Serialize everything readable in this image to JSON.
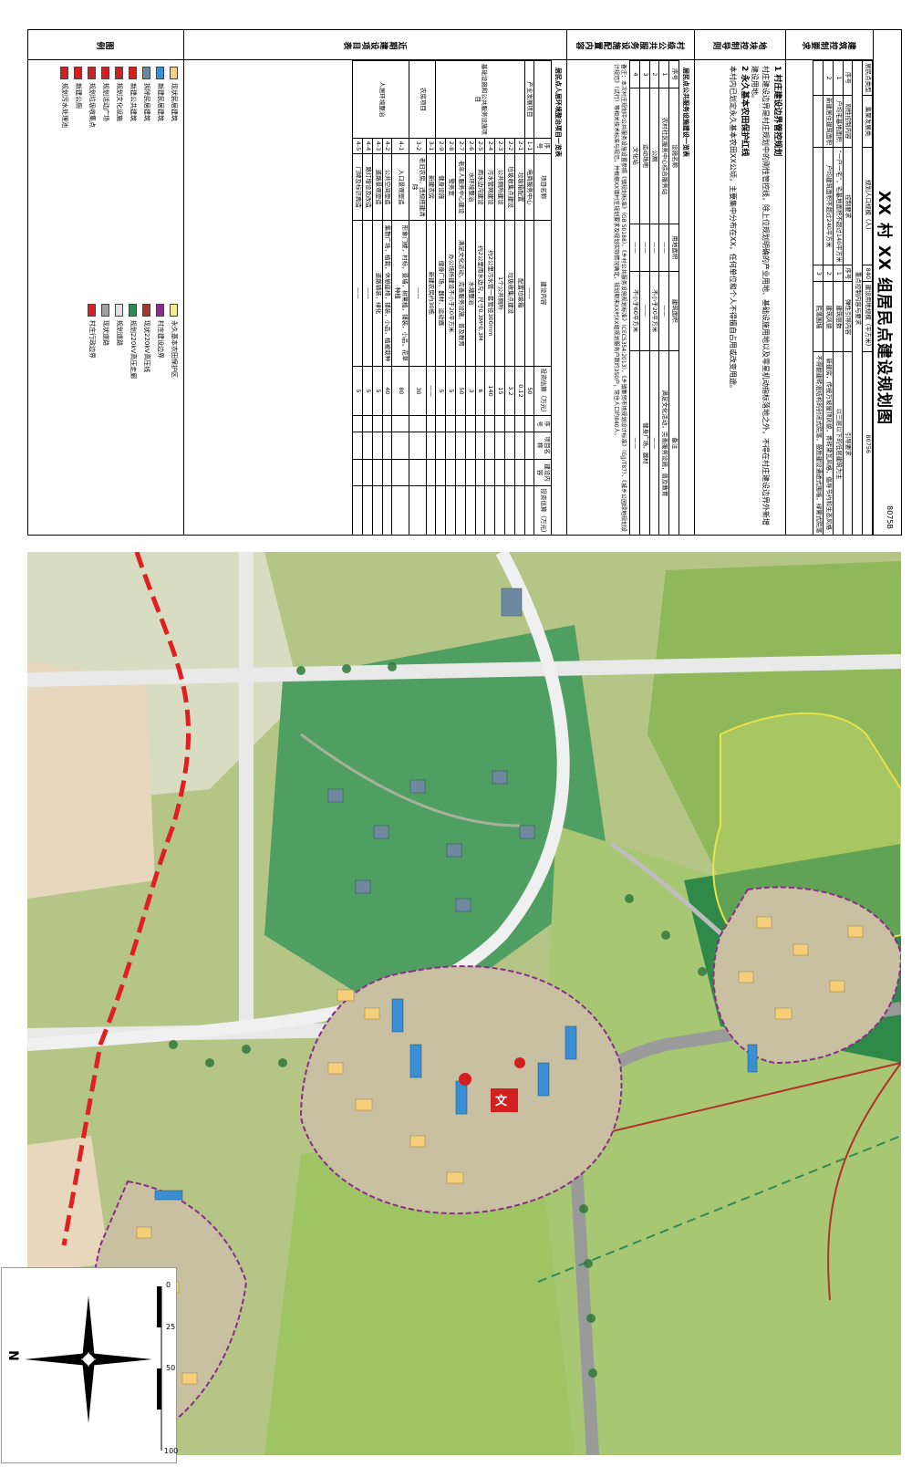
{
  "title": "XX 村 XX 组居民点建设规划图",
  "code": "8075B",
  "sections": {
    "building_control": "建筑控制要求",
    "land_guide": "地块控制导则",
    "facilities": "村级公共服务设施配置内容",
    "projects": "近期建设项目表",
    "legend": "图例"
  },
  "control_header": {
    "type_label": "居民点类型",
    "type_value": "集聚发展类",
    "pop_label": "规划人口规模（人）",
    "pop_value": "840",
    "land_label": "建设用地规模（平方米）",
    "land_value": "80756",
    "key_label": "重点控制内容与要求"
  },
  "control_cols": [
    "序号",
    "刚性控制内容",
    "控制要求",
    "序号",
    "弹性引导内容",
    "引导要求"
  ],
  "control_rows": [
    [
      "1",
      "户均宅基地面积",
      "“一户一宅”，宅基地面积不超过140平方米",
      "1",
      "建筑层数",
      "以三层以下的低层建筑为主"
    ],
    [
      "2",
      "新建居住建筑面积",
      "户均建筑面积不超过240平方米",
      "2",
      "建筑风貌",
      "新建房，传统万坡屋顶风貌，青砖黛瓦风格，倡导节约和生态风格"
    ],
    [
      "",
      "",
      "",
      "3",
      "院落围墙",
      "不得翻建砖混结构的封闭式院落，鼓励建设通透式围墙，绿篱式院落"
    ]
  ],
  "guide": {
    "h1": "1 村庄建设边界管控规划",
    "p1": "村庄建设边界是村庄规划中的刚性管控线，除上位规划明确的产业用地、基础设施用地以及零星机动指标落地之外，不得在村庄建设边界外新增建设用地。",
    "h2": "2 永久基本农田保护红线",
    "p2": "本村内已划定永久基本农田XX公顷，主要集中分布在XX，任何单位和个人不得擅自占用或改变用途。"
  },
  "facility_caption": "居民点公共服务设施建设一览表",
  "facility_cols": [
    "序号",
    "设施名称",
    "用地面积",
    "建筑面积",
    "备注"
  ],
  "facility_rows": [
    [
      "1",
      "农村社区服务中心综合服务站",
      "——",
      "——",
      "满足文化活动，完善服务设施，普及教育"
    ],
    [
      "2",
      "公厕",
      "——",
      "不小于20平方米",
      "——"
    ],
    [
      "3",
      "运动场地",
      "——",
      "——",
      "健身广场、器材"
    ],
    [
      "4",
      "文化站",
      "——",
      "不小于60平方米",
      "——"
    ]
  ],
  "facility_note": "备注：本次村庄规划中公共服务设施设置参照《镇规划标准》（GB 50188）、《乡村公共服务设施规划标准》（CECS354:2013）、《乡镇集贸市场规划设计标准》（GJJ/T87）、《城乡公园绿地规划设计规范》（试行）等相关技术标准与规范，并根据XX镇村庄规划要求及规划实际情况确定，规划期末XX村XX组规划服务户数约350户，常住人口约840人。",
  "project_caption": "居民点人居环境整治项目一览表",
  "project_cols": [
    "序号",
    "项目名称",
    "建设内容",
    "投资估算（万元）",
    "序号",
    "项目名称",
    "建设内容",
    "投资估算（万元）"
  ],
  "project_groups": [
    {
      "name": "产业发展项目",
      "rows": [
        [
          "1-1",
          "电商服务中心",
          "——",
          "50"
        ]
      ]
    },
    {
      "name": "基础设施和公共服务设施项目",
      "rows": [
        [
          "2-1",
          "垃圾箱配置",
          "配置垃圾箱",
          "0.12"
        ],
        [
          "2-2",
          "垃圾收集点建设",
          "垃圾收集点建设",
          "3.2"
        ],
        [
          "2-3",
          "公共厕所建设",
          "1个公共厕所",
          "15"
        ],
        [
          "2-4",
          "污水管网建设",
          "约2公里污水管一套管径300mm",
          "140"
        ],
        [
          "2-5",
          "雨水边沟建设",
          "约2公里雨水边沟，尺寸0.3M*0.3M",
          "6"
        ],
        [
          "2-6",
          "水环境整治",
          "水塘整治",
          "3"
        ],
        [
          "2-7",
          "老年人服务中心建设",
          "满足文化活动，完善服务设施，普及教育",
          "50"
        ],
        [
          "2-8",
          "警务室",
          "办公场所建设不小于20平方米",
          "5"
        ],
        [
          "2-9",
          "健身设施",
          "健身广场、器材、运动器",
          "5"
        ]
      ]
    },
    {
      "name": "农房项目",
      "rows": [
        [
          "3-1",
          "新建农房",
          "新建农房约30栋",
          "——"
        ],
        [
          "3-2",
          "老旧农房、违规搭建清除",
          "——",
          "30"
        ]
      ]
    },
    {
      "name": "人居环境整治",
      "rows": [
        [
          "4-1",
          "入口景观塑造",
          "形象门楼，村标，景墙，树篱植，铺装，小品，花草种植",
          "80"
        ],
        [
          "4-2",
          "公共空间塑造",
          "集散广场，植栽，休憩座椅，铺装，小品，植被栽种",
          "40"
        ],
        [
          "4-3",
          "道路景观塑造",
          "道路铺装，绿化",
          "5"
        ],
        [
          "4-4",
          "路灯增设及改造",
          "——",
          "5"
        ],
        [
          "4-5",
          "门牌及标识再造",
          "——",
          "5"
        ]
      ]
    }
  ],
  "legend_items": [
    {
      "label": "现状民居建筑",
      "color": "#f5cf7a"
    },
    {
      "label": "新建民居建筑",
      "color": "#3a8fd4"
    },
    {
      "label": "拆除民居建筑",
      "color": "#6f8aa0"
    },
    {
      "label": "新建公共建筑",
      "color": "#d22020"
    },
    {
      "label": "规划文化设施",
      "color": "#d22020"
    },
    {
      "label": "规划活动广场",
      "color": "#d22020"
    },
    {
      "label": "规划垃圾收集点",
      "color": "#d22020"
    },
    {
      "label": "新建公厕",
      "color": "#d22020"
    },
    {
      "label": "规划污水处理池",
      "color": "#d22020"
    },
    {
      "label": "永久基本农田保护区",
      "color": "#f4f07a"
    },
    {
      "label": "村庄建设边界",
      "color": "#8a2c8a"
    },
    {
      "label": "现状220kV高压线",
      "color": "#b0322a"
    },
    {
      "label": "规划220kV高压走廊",
      "color": "#2e8b57"
    },
    {
      "label": "规划道路",
      "color": "#e0e0e0"
    },
    {
      "label": "现状道路",
      "color": "#a0a0a0"
    },
    {
      "label": "村庄行政边界",
      "color": "#e02020"
    }
  ],
  "north": {
    "letter": "N",
    "scale": [
      "0",
      "25",
      "50",
      "100"
    ]
  },
  "map_labels": {
    "culture": "文"
  }
}
